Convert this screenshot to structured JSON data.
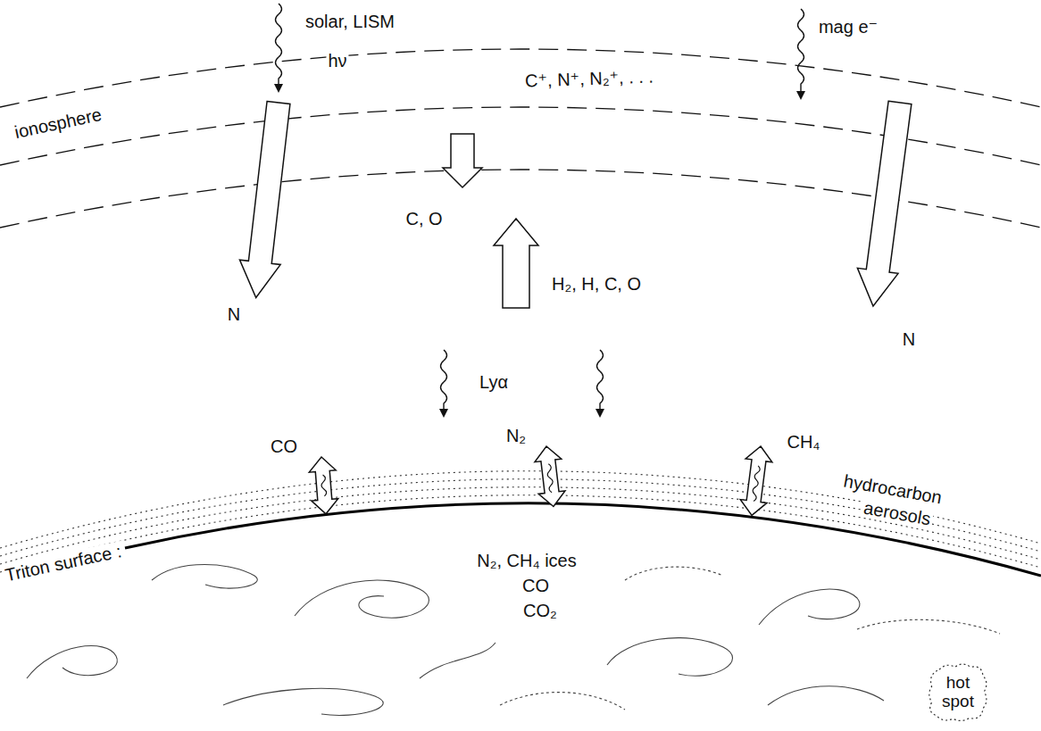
{
  "diagram": {
    "nodes": [
      {
        "text": [
          "hot spot"
        ]
      }
    ],
    "labels": [
      "solar, LISM",
      "hν",
      "mag e⁻",
      "ionosphere",
      "C⁺, N⁺, N₂⁺, . . .",
      "N",
      "C, O",
      "H₂, H, C, O",
      "N",
      "Lyα",
      "CO",
      "N₂",
      "CH₄",
      "hydrocarbon",
      "aerosols",
      "Triton surface :",
      "N₂, CH₄ ices",
      "CO",
      "CO₂"
    ]
  }
}
